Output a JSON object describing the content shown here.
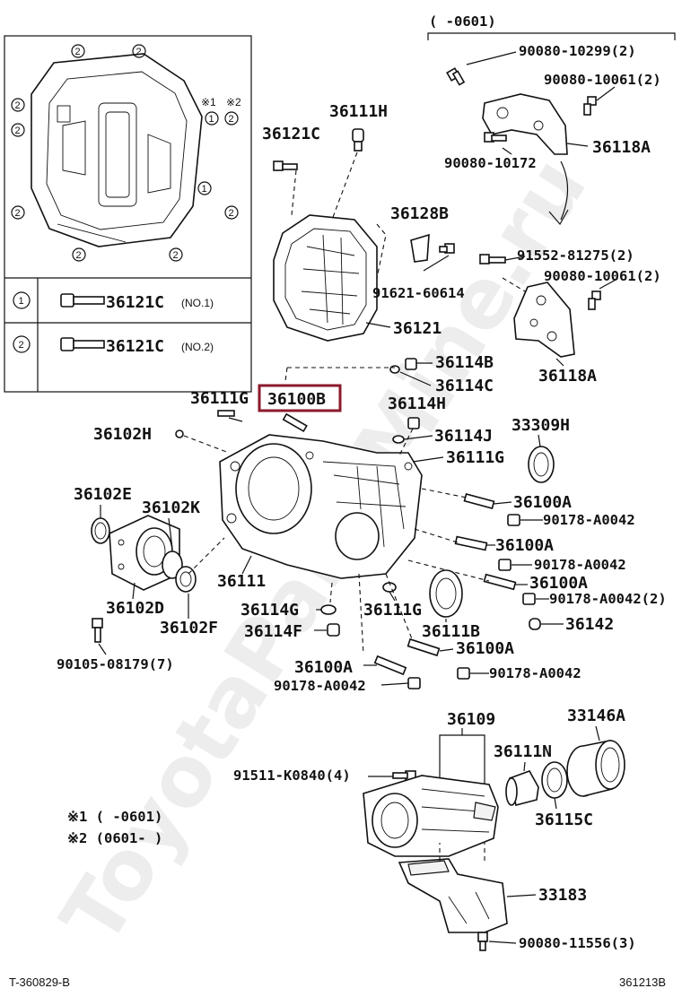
{
  "watermark": "ToyotaPartsMine.ru",
  "footer": {
    "left": "T-360829-B",
    "right": "361213B"
  },
  "inset": {
    "marks": {
      "m1": "※1",
      "m2": "※2",
      "c1": "1",
      "c2": "2"
    },
    "legend": [
      {
        "circle": "1",
        "part": "36121C",
        "note": "(NO.1)"
      },
      {
        "circle": "2",
        "part": "36121C",
        "note": "(NO.2)"
      }
    ]
  },
  "notes": {
    "range_top": "(      -0601)",
    "n1": "※1 (     -0601)",
    "n2": "※2 (0601-      )"
  },
  "highlight": {
    "part": "36100B",
    "color": "#8b1a2b"
  },
  "labels": {
    "p90080_10299": "90080-10299(2)",
    "p90080_10061a": "90080-10061(2)",
    "p90080_10172": "90080-10172",
    "p36118A_a": "36118A",
    "p36111H": "36111H",
    "p36121C": "36121C",
    "p36128B": "36128B",
    "p91552_81275": "91552-81275(2)",
    "p90080_10061b": "90080-10061(2)",
    "p91621_60614": "91621-60614",
    "p36121": "36121",
    "p36118A_b": "36118A",
    "p36114B": "36114B",
    "p36114C": "36114C",
    "p36111G_a": "36111G",
    "p36114H": "36114H",
    "p36102H": "36102H",
    "p36114J": "36114J",
    "p33309H": "33309H",
    "p36111G_b": "36111G",
    "p36102E": "36102E",
    "p36102K": "36102K",
    "p36100A_a": "36100A",
    "p90178_a": "90178-A0042",
    "p36100A_b": "36100A",
    "p90178_b": "90178-A0042",
    "p36111": "36111",
    "p36100A_c": "36100A",
    "p90178_c": "90178-A0042(2)",
    "p36102D": "36102D",
    "p36114G": "36114G",
    "p36111G_c": "36111G",
    "p36142": "36142",
    "p36114F": "36114F",
    "p36102F": "36102F",
    "p36111B": "36111B",
    "p36100A_d": "36100A",
    "p90105_08179": "90105-08179(7)",
    "p36100A_e": "36100A",
    "p90178_d": "90178-A0042",
    "p90178_e": "90178-A0042",
    "p36109": "36109",
    "p33146A": "33146A",
    "p36111N": "36111N",
    "p91511_K0840": "91511-K0840(4)",
    "p36115C": "36115C",
    "p33183": "33183",
    "p90080_11556": "90080-11556(3)"
  }
}
